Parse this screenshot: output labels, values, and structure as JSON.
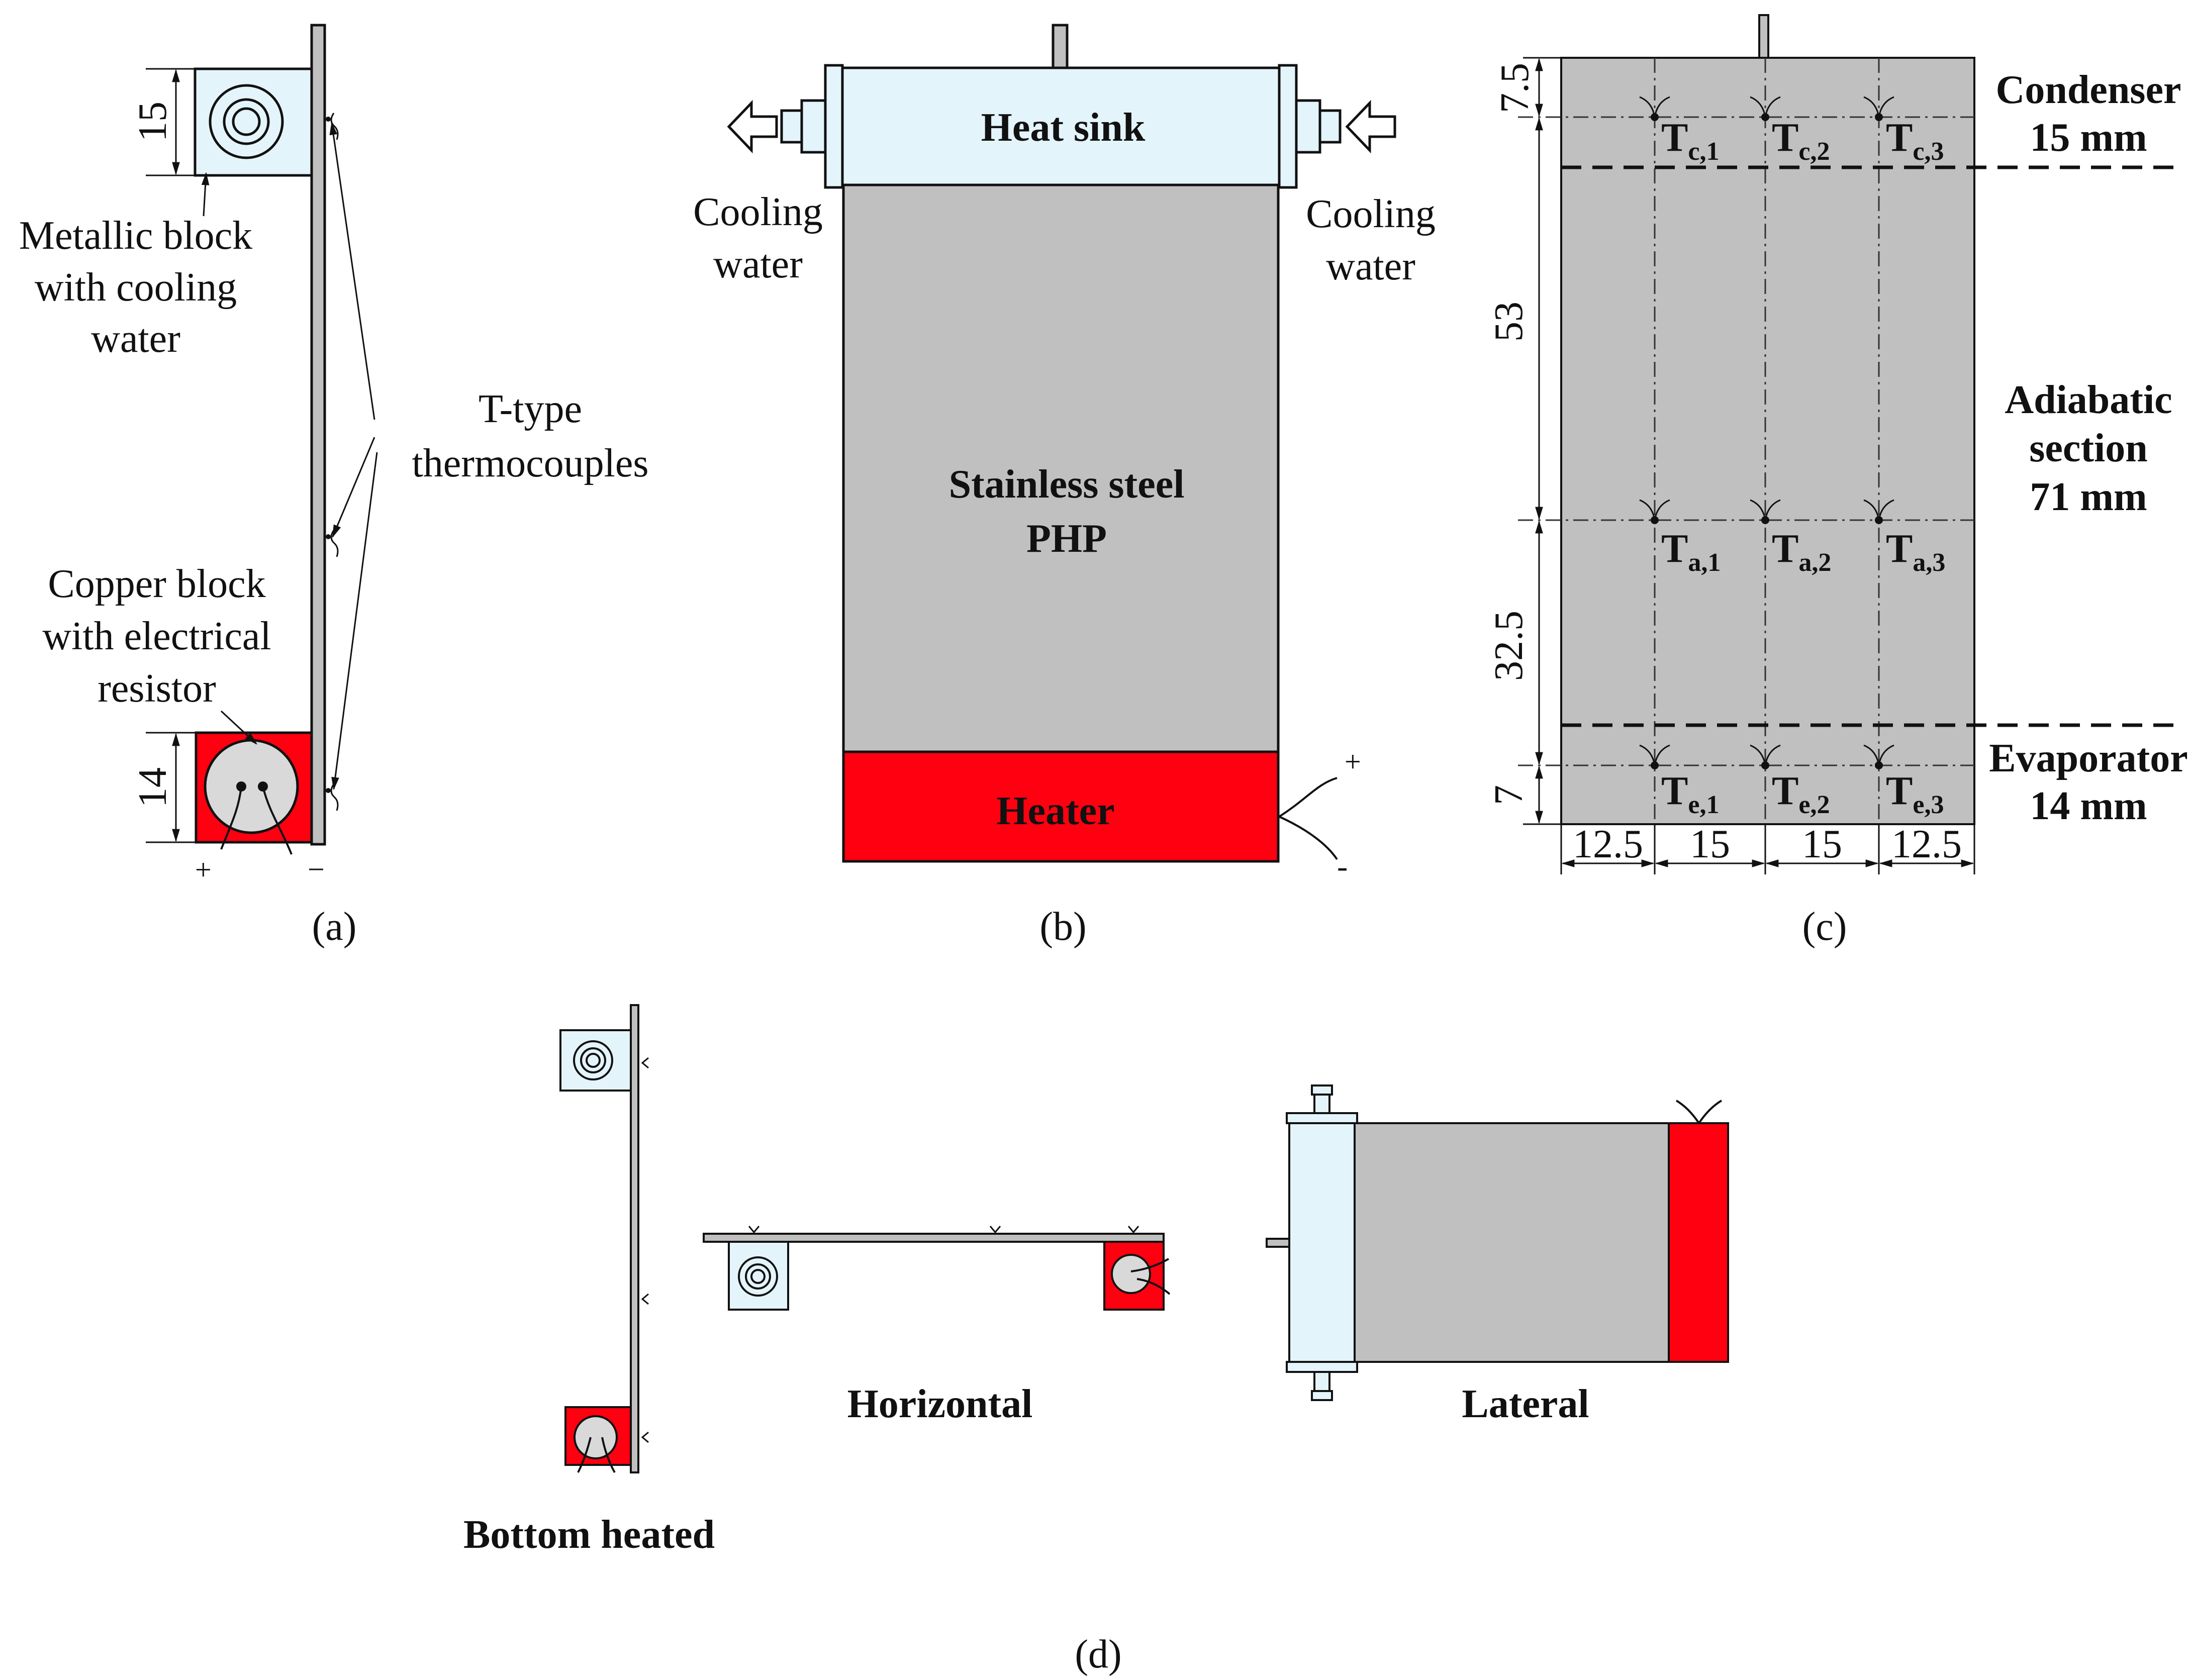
{
  "colors": {
    "php_gray": "#c0c0c0",
    "heater_red": "#ff0010",
    "heat_sink_blue": "#e4f4fb",
    "outline": "#111111"
  },
  "panel_a": {
    "label": "(a)",
    "dim_top": "15",
    "dim_bottom": "14",
    "metallic_block_label": [
      "Metallic block",
      "with cooling",
      "water"
    ],
    "thermocouples_label": [
      "T-type",
      "thermocouples"
    ],
    "copper_block_label": [
      "Copper block",
      "with electrical",
      "resistor"
    ],
    "plus": "+",
    "minus": "−"
  },
  "panel_b": {
    "label": "(b)",
    "heat_sink": "Heat sink",
    "cooling_water_left": [
      "Cooling",
      "water"
    ],
    "cooling_water_right": [
      "Cooling",
      "water"
    ],
    "php_label": [
      "Stainless steel",
      "PHP"
    ],
    "heater": "Heater",
    "plus": "+",
    "minus": "-"
  },
  "panel_c": {
    "label": "(c)",
    "dims_vertical": [
      "7.5",
      "53",
      "32.5",
      "7"
    ],
    "dims_horizontal": [
      "12.5",
      "15",
      "15",
      "12.5"
    ],
    "condenser": [
      "Condenser",
      "15 mm"
    ],
    "adiabatic": [
      "Adiabatic",
      "section",
      "71 mm"
    ],
    "evaporator": [
      "Evaporator",
      "14 mm"
    ],
    "sensors_condenser": [
      {
        "main": "T",
        "sub": "c,1"
      },
      {
        "main": "T",
        "sub": "c,2"
      },
      {
        "main": "T",
        "sub": "c,3"
      }
    ],
    "sensors_adiabatic": [
      {
        "main": "T",
        "sub": "a,1"
      },
      {
        "main": "T",
        "sub": "a,2"
      },
      {
        "main": "T",
        "sub": "a,3"
      }
    ],
    "sensors_evaporator": [
      {
        "main": "T",
        "sub": "e,1"
      },
      {
        "main": "T",
        "sub": "e,2"
      },
      {
        "main": "T",
        "sub": "e,3"
      }
    ]
  },
  "panel_d": {
    "label": "(d)",
    "bottom_heated": "Bottom heated",
    "horizontal": "Horizontal",
    "lateral": "Lateral"
  }
}
